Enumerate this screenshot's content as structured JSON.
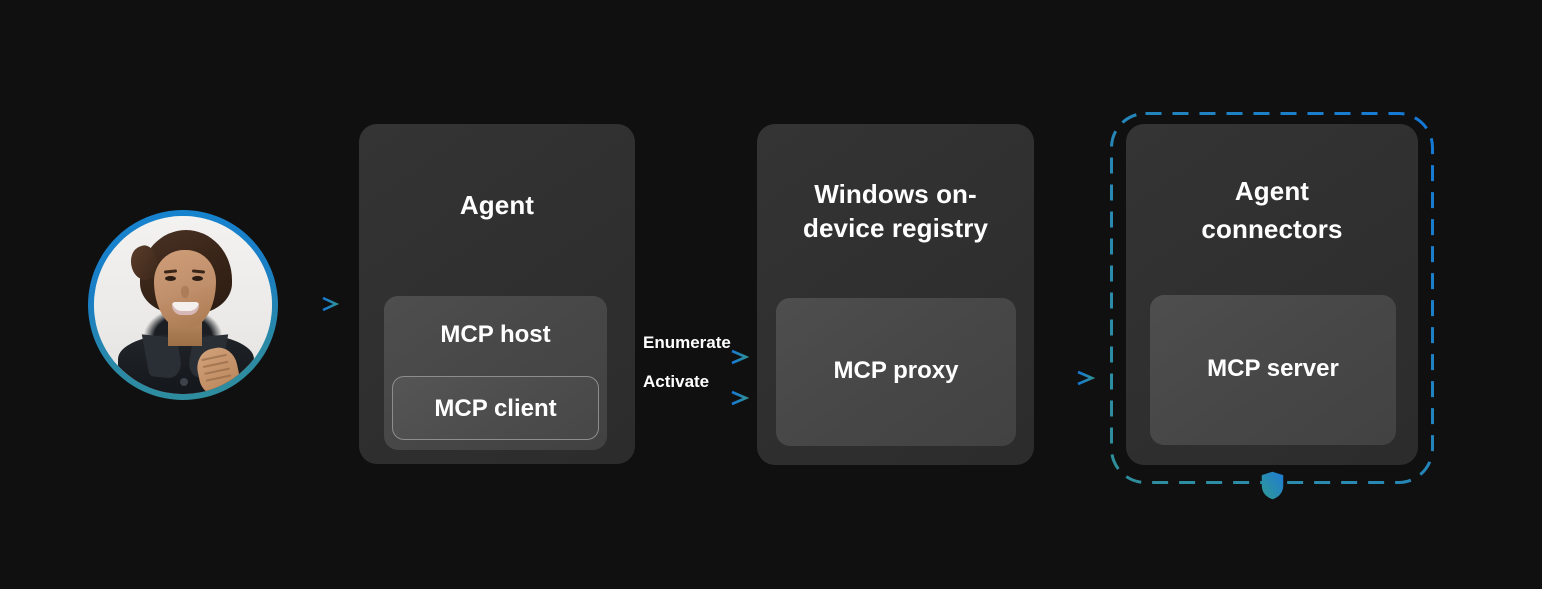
{
  "diagram": {
    "title": "MCP on Windows architecture flow",
    "background_color": "#101010",
    "accent_blue": "#1479d8",
    "accent_teal": "#2f8f9a"
  },
  "actor": {
    "name": "user-avatar",
    "alt": "Smiling person in dark collared shirt"
  },
  "nodes": [
    {
      "id": "agent",
      "title": "Agent",
      "inner": {
        "label": "MCP host"
      },
      "nested": {
        "label": "MCP client"
      }
    },
    {
      "id": "registry",
      "title": "Windows on-device registry",
      "title_line1": "Windows on-",
      "title_line2": "device registry",
      "inner": {
        "label": "MCP proxy"
      }
    },
    {
      "id": "connectors",
      "title": "Agent connectors",
      "title_line1": "Agent",
      "title_line2": "connectors",
      "inner": {
        "label": "MCP server"
      },
      "boundary": {
        "style": "dashed",
        "badge": "shield-icon"
      }
    }
  ],
  "connections": [
    {
      "id": "user-to-agent",
      "label": ""
    },
    {
      "id": "agent-to-registry-enumerate",
      "label": "Enumerate"
    },
    {
      "id": "agent-to-registry-activate",
      "label": "Activate"
    },
    {
      "id": "registry-to-connectors",
      "label": ""
    }
  ]
}
